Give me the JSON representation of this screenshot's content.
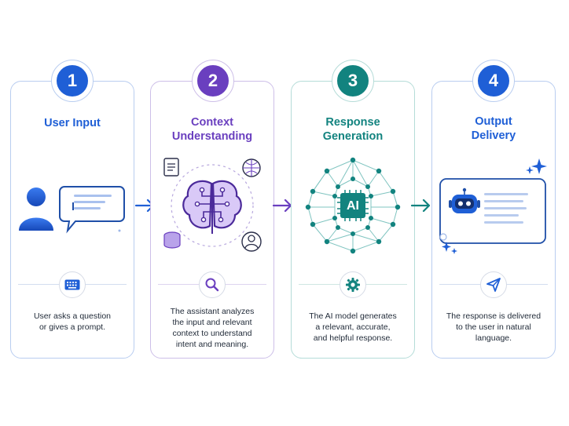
{
  "steps": [
    {
      "number": "1",
      "title_line1": "User Input",
      "title_line2": "",
      "description": [
        "User asks a question",
        "or gives a prompt."
      ],
      "color": "#1f5fd6"
    },
    {
      "number": "2",
      "title_line1": "Context",
      "title_line2": "Understanding",
      "description": [
        "The assistant analyzes",
        "the input and relevant",
        "context to understand",
        "intent and meaning."
      ],
      "color": "#6a3fbf"
    },
    {
      "number": "3",
      "title_line1": "Response",
      "title_line2": "Generation",
      "description": [
        "The AI model generates",
        "a relevant, accurate,",
        "and helpful response."
      ],
      "color": "#12837f"
    },
    {
      "number": "4",
      "title_line1": "Output",
      "title_line2": "Delivery",
      "description": [
        "The response is delivered",
        "to the user in natural",
        "language."
      ],
      "color": "#1f5fd6"
    }
  ],
  "icons": {
    "step1_main": "user-chat-icon",
    "step1_small": "keyboard-icon",
    "step2_main": "brain-icon",
    "step2_small": "magnifier-icon",
    "step3_main": "neural-network-icon",
    "step3_small": "gear-icon",
    "step4_main": "chatbot-screen-icon",
    "step4_small": "send-icon"
  },
  "ai_chip_label": "AI"
}
